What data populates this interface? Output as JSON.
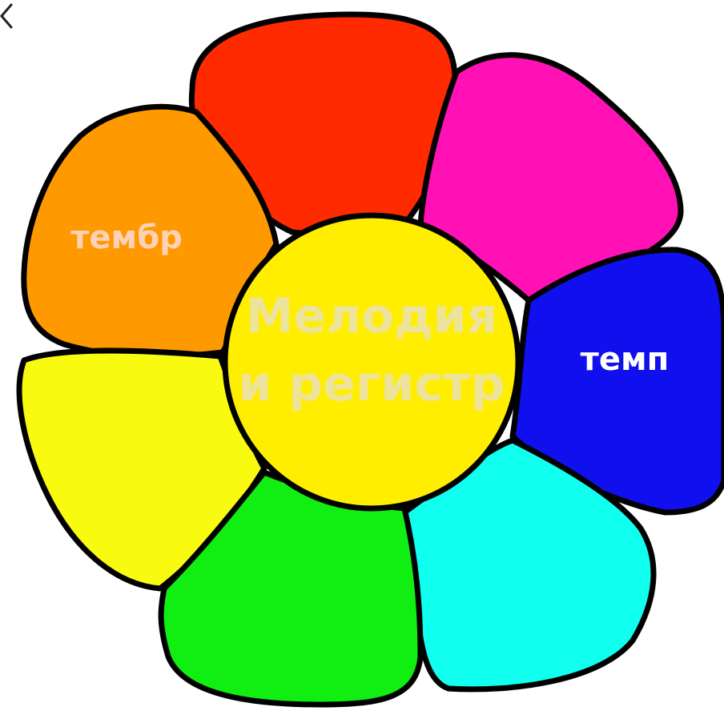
{
  "petals": [
    {
      "id": "orange",
      "color": "#FF9900",
      "label": "тембр",
      "label_color": "#FFD2B8"
    },
    {
      "id": "red",
      "color": "#FF2A00",
      "label": ""
    },
    {
      "id": "magenta",
      "color": "#FF11B5",
      "label": ""
    },
    {
      "id": "blue",
      "color": "#1010EE",
      "label": "темп",
      "label_color": "#FFFFFF"
    },
    {
      "id": "cyan",
      "color": "#11FFEE",
      "label": ""
    },
    {
      "id": "green",
      "color": "#11EE11",
      "label": ""
    },
    {
      "id": "yellow",
      "color": "#F8FA10",
      "label": ""
    }
  ],
  "center": {
    "color": "#FFEE00",
    "label_line1": "Мелодия",
    "label_line2": "и регистр",
    "label_color": "#EDE39A"
  },
  "nav": {
    "icon": "chevron-left-icon"
  }
}
